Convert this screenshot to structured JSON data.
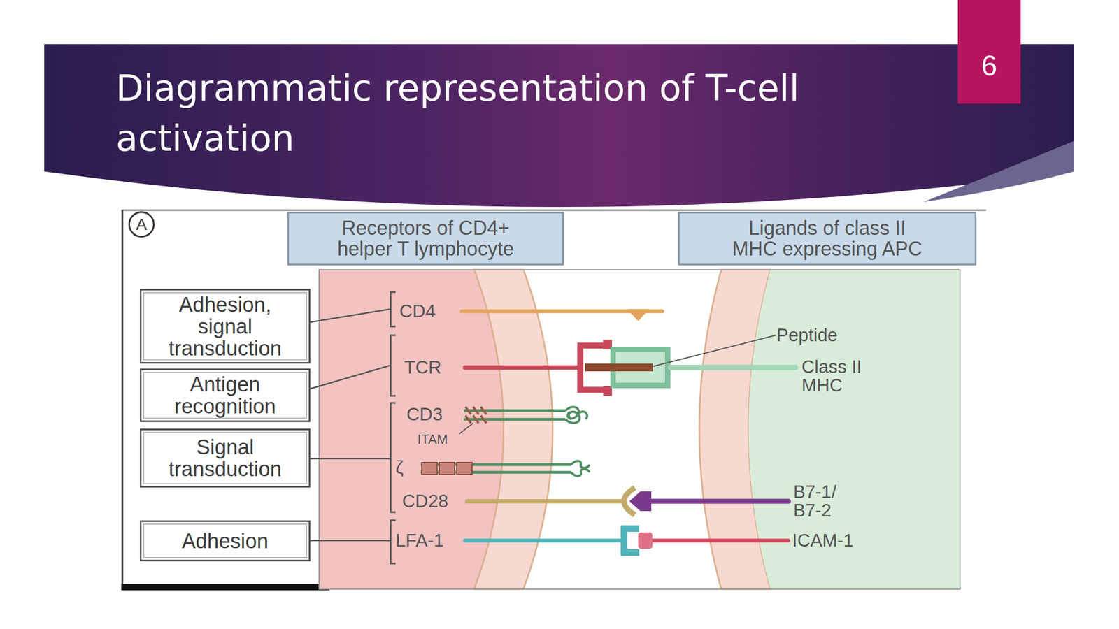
{
  "diagram": {
    "title": "Diagrammatic representation of T-cell activation",
    "nodes": [
      {
        "text": [
          "6"
        ]
      },
      {
        "text": [
          "A"
        ]
      },
      {
        "text": [
          "Receptors of CD4+ helper T lymphocyte"
        ]
      },
      {
        "text": [
          "Ligands of class II MHC expressing APC"
        ]
      },
      {
        "text": [
          "Adhesion, signal transduction"
        ]
      },
      {
        "text": [
          "Antigen recognition"
        ]
      },
      {
        "text": [
          "Signal transduction"
        ]
      },
      {
        "text": [
          "Adhesion"
        ]
      }
    ],
    "labels": [
      "CD4",
      "TCR",
      "CD3",
      "ITAM",
      "ζ",
      "CD28",
      "LFA-1",
      "Peptide",
      "Class II MHC",
      "B7-1/ B7-2",
      "ICAM-1"
    ]
  }
}
